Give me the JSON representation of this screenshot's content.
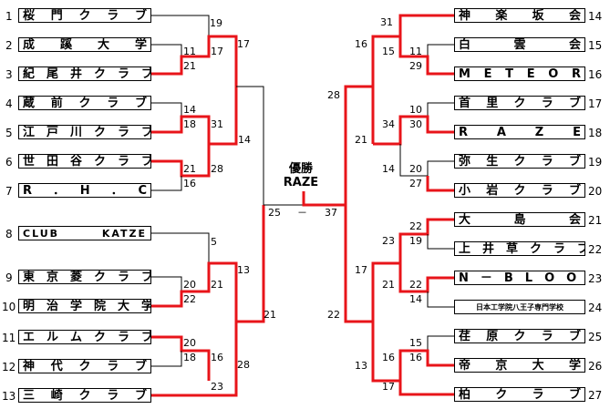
{
  "champion": {
    "title": "優勝",
    "name": "RAZE"
  },
  "final": {
    "left": "25",
    "dash": "－",
    "right": "37"
  },
  "left_teams": [
    {
      "seed": "1",
      "name": "桜　門　ク　ラ　ブ"
    },
    {
      "seed": "2",
      "name": "成　蹊　大　学"
    },
    {
      "seed": "3",
      "name": "紀　尾　井　ク　ラ　ブ"
    },
    {
      "seed": "4",
      "name": "蔵　前　ク　ラ　ブ"
    },
    {
      "seed": "5",
      "name": "江　戸　川　ク　ラ　ブ"
    },
    {
      "seed": "6",
      "name": "世　田　谷　ク　ラ　ブ"
    },
    {
      "seed": "7",
      "name": "R　．　H　．　C"
    },
    {
      "seed": "8",
      "name": "CLUB KATZE"
    },
    {
      "seed": "9",
      "name": "東　京　菱　ク　ラ　ブ"
    },
    {
      "seed": "10",
      "name": "明　治　学　院　大　学"
    },
    {
      "seed": "11",
      "name": "エ　ル　ム　ク　ラ　ブ"
    },
    {
      "seed": "12",
      "name": "神　代　ク　ラ　ブ"
    },
    {
      "seed": "13",
      "name": "三　崎　ク　ラ　ブ"
    }
  ],
  "right_teams": [
    {
      "seed": "14",
      "name": "神　楽　坂　会"
    },
    {
      "seed": "15",
      "name": "白　雲　会"
    },
    {
      "seed": "16",
      "name": "M　E　T　E　O　R"
    },
    {
      "seed": "17",
      "name": "首　里　ク　ラ　ブ"
    },
    {
      "seed": "18",
      "name": "R　A　Z　E"
    },
    {
      "seed": "19",
      "name": "弥　生　ク　ラ　ブ"
    },
    {
      "seed": "20",
      "name": "小　岩　ク　ラ　ブ"
    },
    {
      "seed": "21",
      "name": "大　島　会"
    },
    {
      "seed": "22",
      "name": "上　井　草　ク　ラ　ブ"
    },
    {
      "seed": "23",
      "name": "N　－　B　L　O　O　D"
    },
    {
      "seed": "24",
      "name": "日本工学院八王子専門学校"
    },
    {
      "seed": "25",
      "name": "荏　原　ク　ラ　ブ"
    },
    {
      "seed": "26",
      "name": "帝　京　大　学"
    },
    {
      "seed": "27",
      "name": "柏　ク　ラ　ブ"
    }
  ],
  "scores": [
    "19",
    "11",
    "21",
    "17",
    "17",
    "14",
    "18",
    "31",
    "14",
    "21",
    "28",
    "16",
    "5",
    "20",
    "21",
    "13",
    "22",
    "21",
    "20",
    "16",
    "28",
    "18",
    "23",
    "31",
    "16",
    "11",
    "15",
    "29",
    "28",
    "10",
    "34",
    "30",
    "21",
    "14",
    "20",
    "27",
    "22",
    "23",
    "19",
    "17",
    "22",
    "21",
    "14",
    "22",
    "15",
    "16",
    "16",
    "13",
    "17"
  ],
  "colors": {
    "win": "#e8141a",
    "line": "#000000"
  }
}
